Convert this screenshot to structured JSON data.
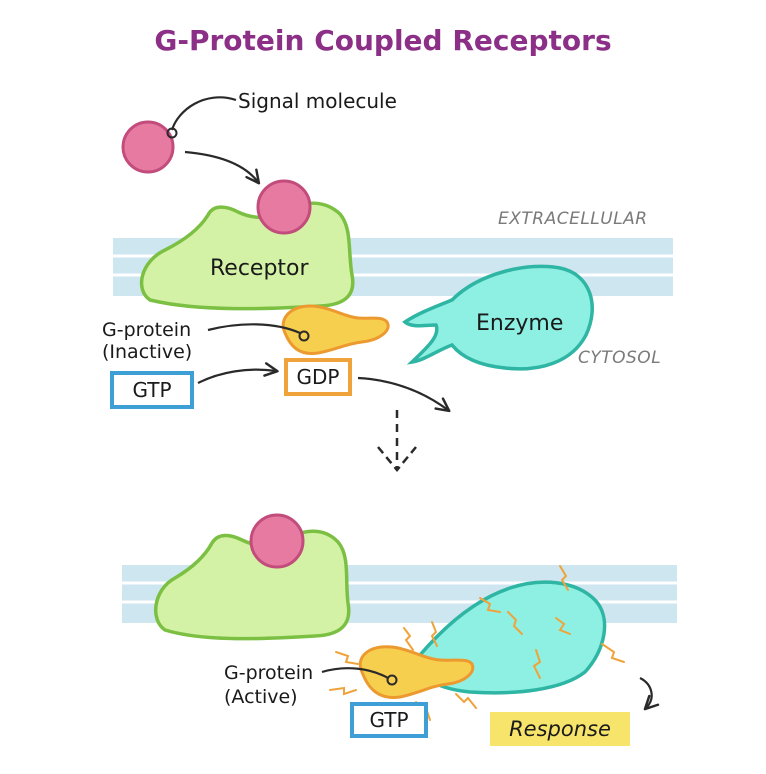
{
  "title": "G-Protein Coupled Receptors",
  "labels": {
    "signal_molecule": "Signal molecule",
    "extracellular": "EXTRACELLULAR",
    "cytosol": "CYTOSOL",
    "receptor": "Receptor",
    "enzyme": "Enzyme",
    "g_protein_inactive_line1": "G-protein",
    "g_protein_inactive_line2": "(Inactive)",
    "gtp_top": "GTP",
    "gdp": "GDP",
    "g_protein_active_line1": "G-protein",
    "g_protein_active_line2": "(Active)",
    "gtp_bottom": "GTP",
    "response": "Response"
  },
  "colors": {
    "title": "#8b2f87",
    "signal_molecule": "#e77aa0",
    "receptor": "#d4f2a6",
    "enzyme": "#8ef0e2",
    "g_protein": "#f7cf4f",
    "gtp_box": "#3d9fd6",
    "gdp_box": "#f0a33a",
    "membrane": "#cde6f0",
    "response_bg": "#f7e46b",
    "spark": "#f0a33a"
  }
}
